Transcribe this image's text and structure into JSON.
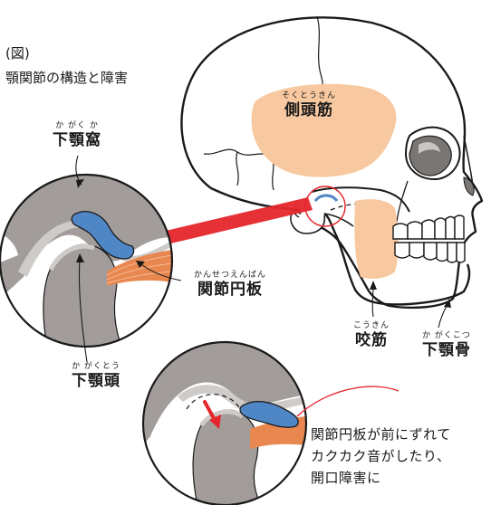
{
  "caption": {
    "number": "(図)",
    "title": "顎関節の構造と障害"
  },
  "labels": {
    "temporal_muscle": {
      "ruby": "そくとうきん",
      "text": "側頭筋"
    },
    "mandibular_fossa": {
      "ruby": "か がく か",
      "text": "下顎窩"
    },
    "articular_disc": {
      "ruby": "かんせつえんばん",
      "text": "関節円板"
    },
    "masseter": {
      "ruby": "こうきん",
      "text": "咬筋"
    },
    "mandible": {
      "ruby": "か がくこつ",
      "text": "下顎骨"
    },
    "condyle": {
      "ruby": "か がくとう",
      "text": "下顎頭"
    }
  },
  "note": {
    "lines": [
      "関節円板が前にずれて",
      "カクカク音がしたり、",
      "開口障害に"
    ]
  },
  "colors": {
    "bone_gray": "#a29d9a",
    "light_gray": "#cfcbc8",
    "muscle_peach": "#f8c9a0",
    "disc_blue": "#4f86c6",
    "ligament_orange": "#e8874f",
    "accent_red": "#e5262c",
    "outline": "#1a1a1a"
  }
}
